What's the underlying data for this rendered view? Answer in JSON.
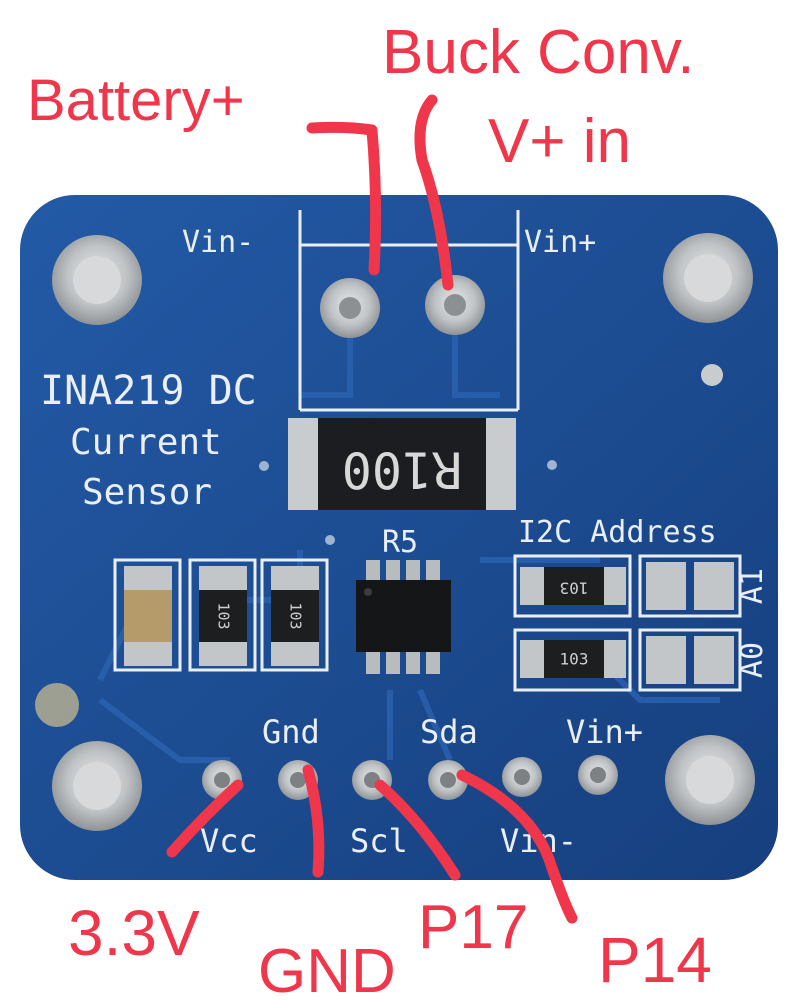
{
  "board": {
    "title_line1": "INA219 DC",
    "title_line2": "Current",
    "title_line3": "Sensor",
    "terminal_left_label": "Vin-",
    "terminal_right_label": "Vin+",
    "shunt_marking": "R100",
    "chip_label": "R5",
    "i2c_address_label": "I2C Address",
    "jumper_a1_label": "A1",
    "jumper_a0_label": "A0",
    "resistor_marking": "103",
    "header_top_labels": [
      "Gnd",
      "Sda",
      "Vin+"
    ],
    "header_bottom_labels": [
      "Vcc",
      "Scl",
      "Vin-"
    ],
    "colors": {
      "pcb": "#1d4f96",
      "silk": "#e9eef7",
      "pad": "#b9bcbe"
    }
  },
  "annotations": {
    "battery_plus": "Battery+",
    "buck_line1": "Buck Conv.",
    "buck_line2": "V+ in",
    "v33": "3.3V",
    "gnd": "GND",
    "p17": "P17",
    "p14": "P14",
    "color": "#f0364a"
  }
}
